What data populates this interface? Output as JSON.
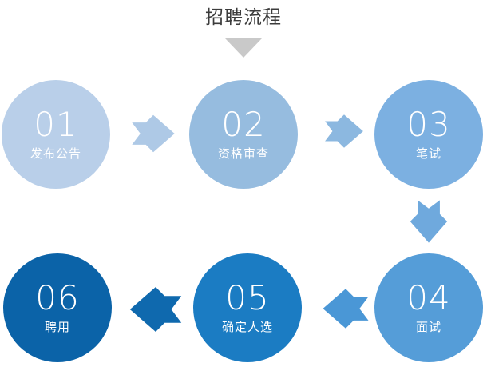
{
  "header": {
    "title": "招聘流程",
    "caret_icon": "chevron-down-icon",
    "caret_color": "#c9c9c9",
    "title_color": "#3c3c3c"
  },
  "diagram": {
    "type": "process-flow",
    "direction": "boustrophedon-left-to-right-then-right-to-left",
    "steps": [
      {
        "id": "step-01",
        "number": "01",
        "label": "发布公告",
        "color": "#b9cfe9",
        "row": 1,
        "col": 1
      },
      {
        "id": "step-02",
        "number": "02",
        "label": "资格审查",
        "color": "#96bcdf",
        "row": 1,
        "col": 2
      },
      {
        "id": "step-03",
        "number": "03",
        "label": "笔试",
        "color": "#7cb0e1",
        "row": 1,
        "col": 3
      },
      {
        "id": "step-04",
        "number": "04",
        "label": "面试",
        "color": "#559dd8",
        "row": 2,
        "col": 3
      },
      {
        "id": "step-05",
        "number": "05",
        "label": "确定人选",
        "color": "#1b7cc3",
        "row": 2,
        "col": 2
      },
      {
        "id": "step-06",
        "number": "06",
        "label": "聘用",
        "color": "#0b63a8",
        "row": 2,
        "col": 1
      }
    ],
    "connectors": [
      {
        "id": "arrow-1-2",
        "icon": "arrow-right-icon",
        "from": "step-01",
        "to": "step-02",
        "color": "#aec9e6",
        "direction": "right"
      },
      {
        "id": "arrow-2-3",
        "icon": "arrow-right-icon",
        "from": "step-02",
        "to": "step-03",
        "color": "#8cb8e0",
        "direction": "right"
      },
      {
        "id": "arrow-3-4",
        "icon": "arrow-down-icon",
        "from": "step-03",
        "to": "step-04",
        "color": "#6fa9dd",
        "direction": "down"
      },
      {
        "id": "arrow-4-5",
        "icon": "arrow-left-icon",
        "from": "step-04",
        "to": "step-05",
        "color": "#4a97d6",
        "direction": "left"
      },
      {
        "id": "arrow-5-6",
        "icon": "arrow-left-icon",
        "from": "step-05",
        "to": "step-06",
        "color": "#0f69ae",
        "direction": "left"
      }
    ]
  }
}
